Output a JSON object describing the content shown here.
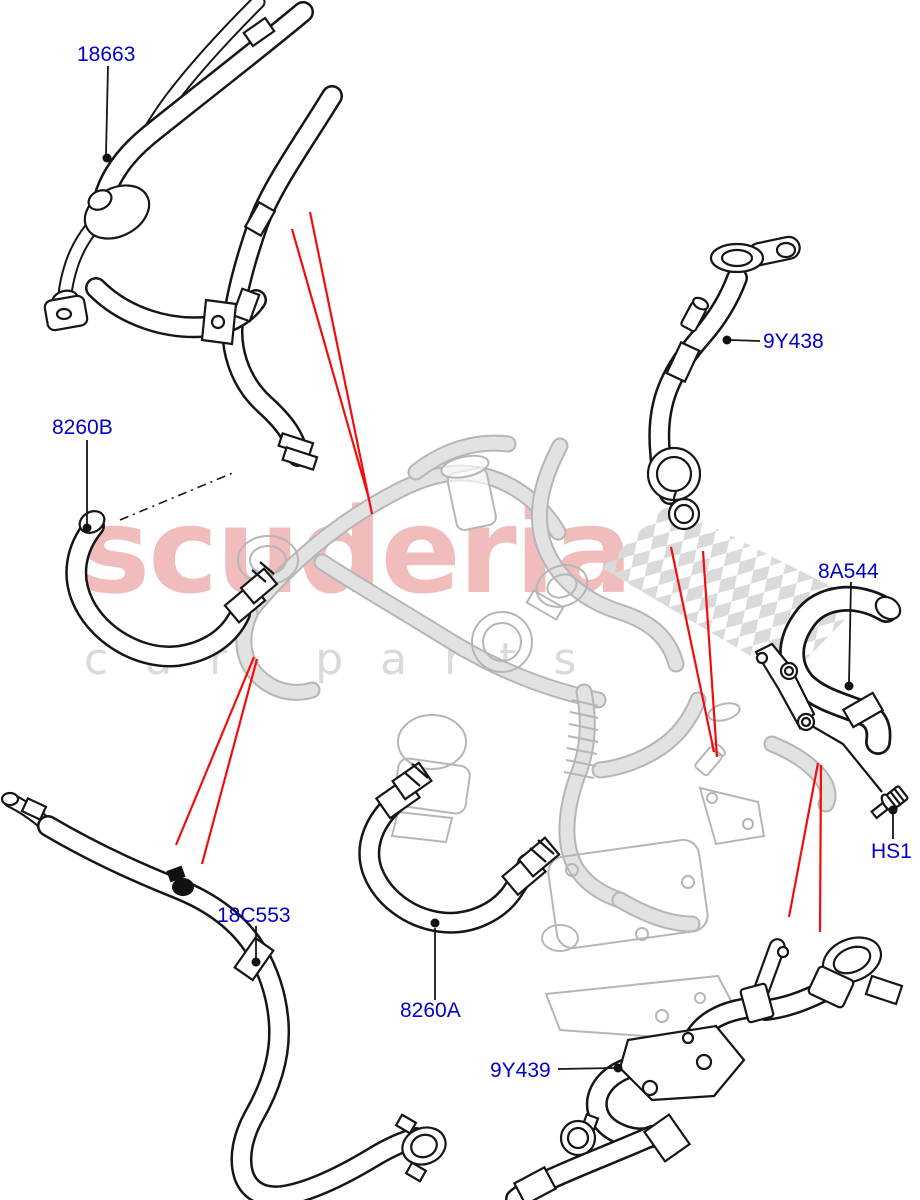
{
  "watermark": {
    "brand": "scuderia",
    "tagline": "car parts"
  },
  "colors": {
    "label_blue": "#0000cd",
    "locator_red": "#f20d0d",
    "part_line_black": "#161616",
    "assembly_gray": "#b6b6b6",
    "watermark_pink": "#f0bcbc",
    "watermark_sub_gray": "#dadada",
    "flag_gray": "#dadada"
  },
  "parts": [
    {
      "label": "18663"
    },
    {
      "label": "8260B"
    },
    {
      "label": "9Y438"
    },
    {
      "label": "8A544"
    },
    {
      "label": "HS1"
    },
    {
      "label": "18C553"
    },
    {
      "label": "8260A"
    },
    {
      "label": "9Y439"
    }
  ]
}
